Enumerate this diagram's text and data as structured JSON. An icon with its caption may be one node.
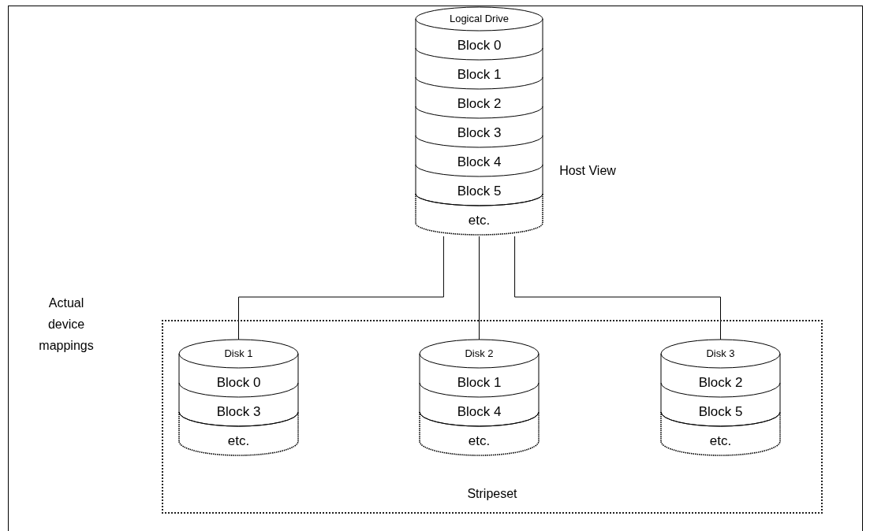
{
  "diagram": {
    "nodes": [
      {
        "text": [
          "Logical Drive",
          "Block 0",
          "Block 1",
          "Block 2",
          "Block 3",
          "Block 4",
          "Block 5",
          "etc."
        ],
        "beside": [
          "Host View"
        ]
      },
      {
        "text": [
          "Stripeset"
        ]
      },
      {
        "text": [
          "Disk 1",
          "Block 0",
          "Block 3",
          "etc."
        ],
        "in": 1
      },
      {
        "text": [
          "Disk 2",
          "Block 1",
          "Block 4",
          "etc."
        ],
        "in": 1
      },
      {
        "text": [
          "Disk 3",
          "Block 2",
          "Block 5",
          "etc."
        ],
        "in": 1
      }
    ],
    "edges": [
      {
        "from": 0,
        "to": 2,
        "arrow": "none"
      },
      {
        "from": 0,
        "to": 3,
        "arrow": "none"
      },
      {
        "from": 0,
        "to": 4,
        "arrow": "none"
      }
    ],
    "labels": [
      "Actual device mappings"
    ]
  }
}
